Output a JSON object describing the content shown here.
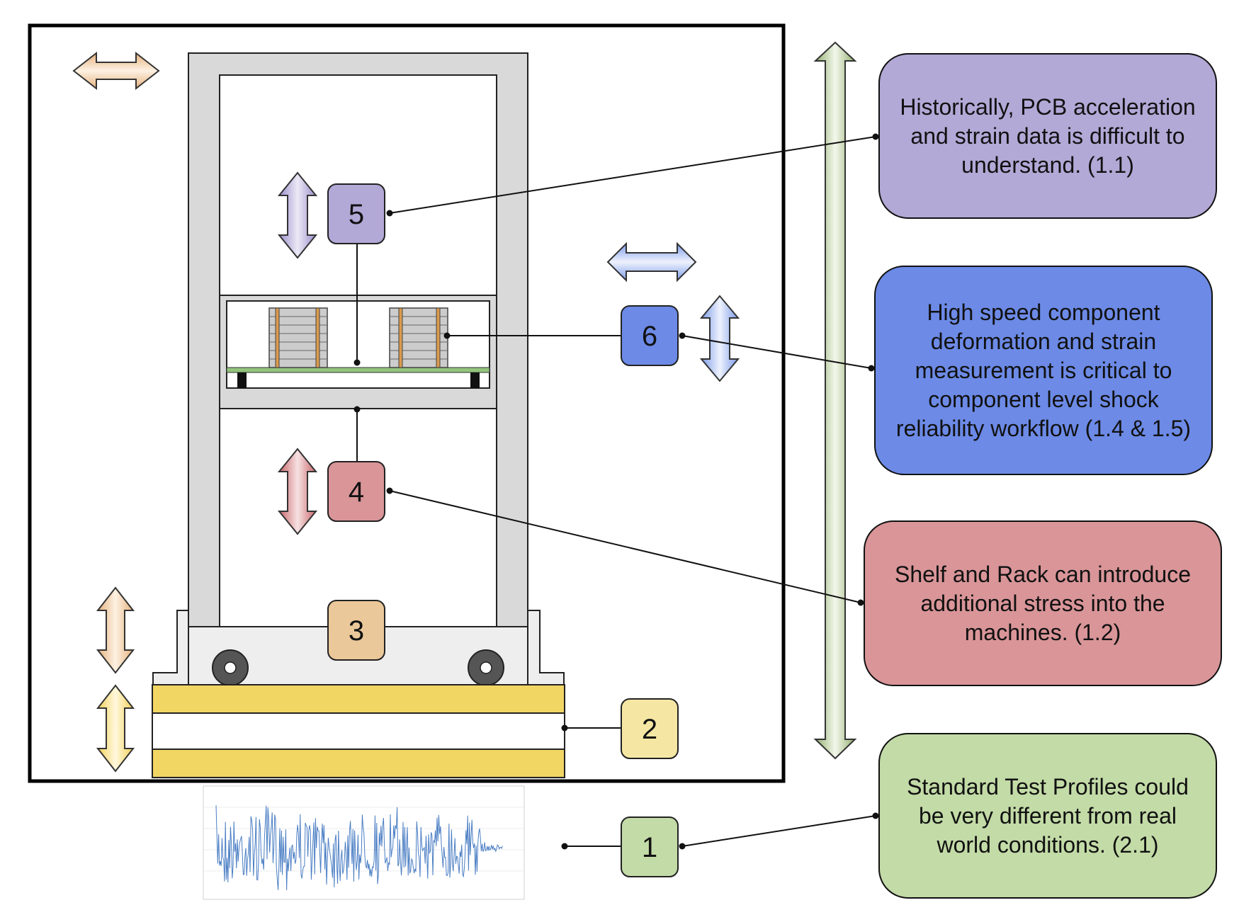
{
  "markers": {
    "m1": "1",
    "m2": "2",
    "m3": "3",
    "m4": "4",
    "m5": "5",
    "m6": "6"
  },
  "notes": {
    "purple": "Historically, PCB acceleration and strain data is difficult to understand.  (1.1)",
    "blue": "High speed component deformation and strain measurement is critical to component level shock reliability workflow (1.4 & 1.5)",
    "red": "Shelf and Rack can introduce additional stress into the machines.  (1.2)",
    "green": "Standard Test Profiles could be very different from real world conditions.  (2.1)"
  },
  "colors": {
    "purple": "#b3a9d7",
    "blue": "#6c8ae6",
    "red": "#d99598",
    "green": "#c3dba7",
    "tan": "#ebc89a",
    "yellow": "#f5e7a3",
    "yellow_band": "#f2d664",
    "frame_gray": "#d9d9d9",
    "waveform": "#4a7ec4"
  },
  "icons": [
    "double-arrow-horizontal-icon",
    "double-arrow-vertical-icon",
    "wheel-icon",
    "server-chassis-icon",
    "waveform-plot-icon"
  ]
}
